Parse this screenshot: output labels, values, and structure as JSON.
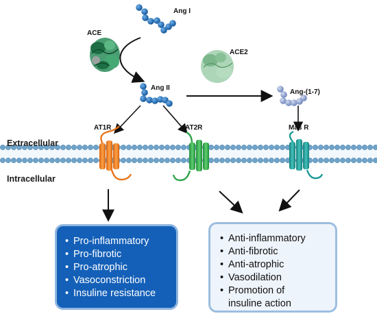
{
  "labels": {
    "ang1": "Ang I",
    "ace": "ACE",
    "ace2": "ACE2",
    "ang2": "Ang II",
    "ang17": "Ang-(1-7)",
    "at1r": "AT1R",
    "at2r": "AT2R",
    "masr": "Mas R",
    "extracellular": "Extracellular",
    "intracellular": "Intracellular"
  },
  "effects_left": [
    "Pro-inflammatory",
    "Pro-fibrotic",
    "Pro-atrophic",
    "Vasoconstriction",
    "Insuline resistance"
  ],
  "effects_right": [
    "Anti-inflammatory",
    "Anti-fibrotic",
    "Anti-atrophic",
    "Vasodilation",
    "Promotion of",
    "insuline action"
  ],
  "bullet": "•",
  "colors": {
    "peptide_blue": "#1f6fb8",
    "peptide_light": "#8fa3cf",
    "ace_green": "#1f7d4f",
    "ace2_green": "#8ec29c",
    "at1r_orange": "#f07d1e",
    "at2r_green": "#2fa34a",
    "masr_teal": "#1f9a96",
    "membrane_blue": "#6fa3c9",
    "box_left_fill": "#1460b8",
    "box_right_fill": "#eef4fb"
  }
}
